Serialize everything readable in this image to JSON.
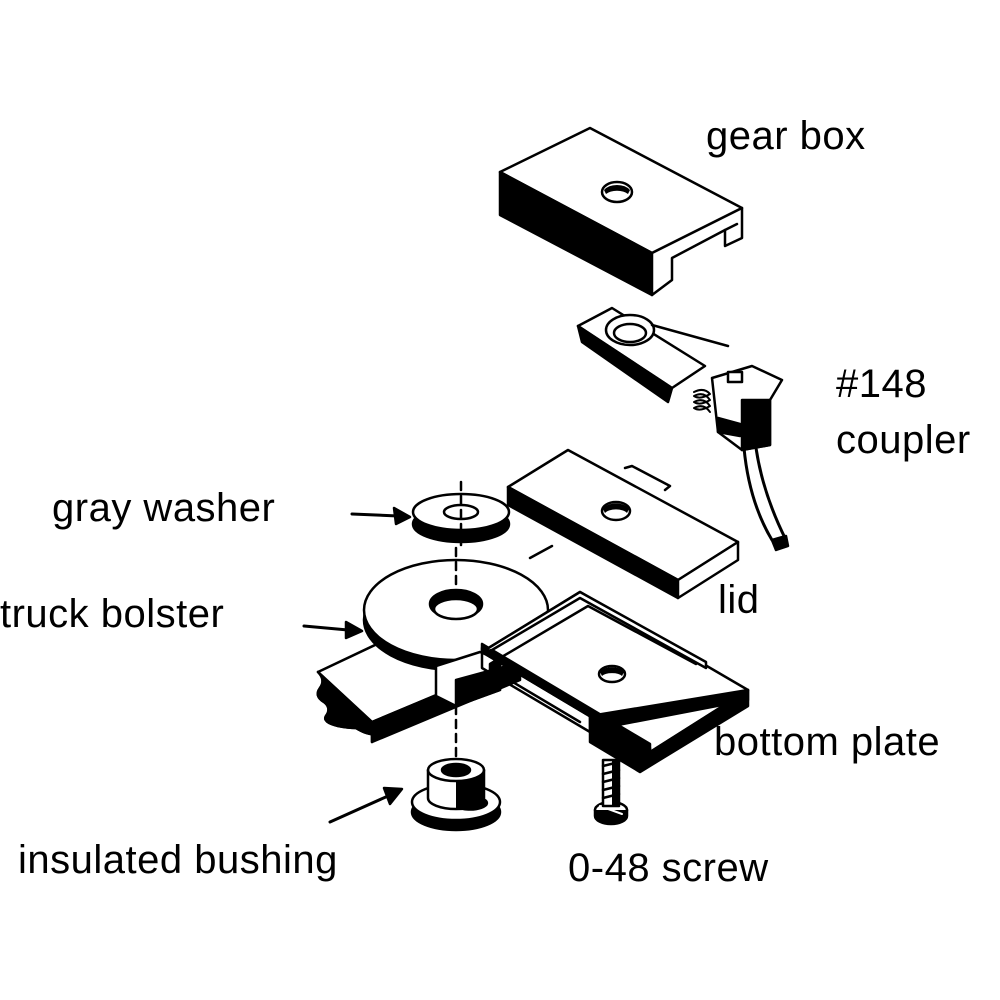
{
  "labels": {
    "gear_box": "gear box",
    "coupler_number": "#148",
    "coupler": "coupler",
    "gray_washer": "gray washer",
    "truck_bolster": "truck bolster",
    "lid": "lid",
    "bottom_plate": "bottom plate",
    "insulated_bushing": "insulated bushing",
    "screw": "0-48 screw"
  },
  "colors": {
    "ink": "#000000",
    "paper": "#ffffff"
  }
}
